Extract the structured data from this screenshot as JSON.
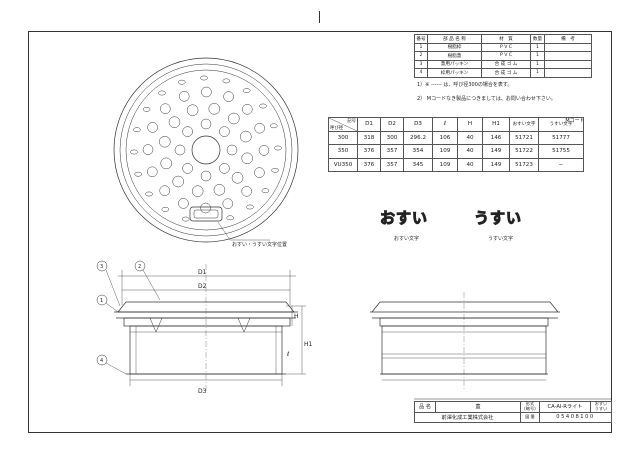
{
  "parts_table": {
    "headers": [
      "番号",
      "部 品 名 称",
      "材　質",
      "数量",
      "備　考"
    ],
    "rows": [
      [
        "1",
        "樹脂枠",
        "P V C",
        "1",
        ""
      ],
      [
        "2",
        "樹脂蓋",
        "P V C",
        "1",
        ""
      ],
      [
        "3",
        "蓋用パッキン",
        "合 成 ゴ ム",
        "1",
        ""
      ],
      [
        "4",
        "枠用パッキン",
        "合 成 ゴ ム",
        "1",
        ""
      ]
    ]
  },
  "notes": [
    "1）※ ------ は、呼び径300の場合を表す。",
    "2） Mコードなき製品につきましては、お問い合わせ下さい。"
  ],
  "dims_table": {
    "corner_top": "記号",
    "corner_bottom": "呼び径",
    "headers": [
      "D1",
      "D2",
      "D3",
      "ℓ",
      "H",
      "H1"
    ],
    "mcode_header": "Mコード",
    "mcode_sub": [
      "おすい文字",
      "うすい文字"
    ],
    "rows": [
      [
        "300",
        "318",
        "300",
        "296.2",
        "106",
        "40",
        "146",
        "51721",
        "51777"
      ],
      [
        "350",
        "376",
        "357",
        "354",
        "109",
        "40",
        "149",
        "51722",
        "51755"
      ],
      [
        "VU350",
        "376",
        "357",
        "345",
        "109",
        "40",
        "149",
        "51723",
        "−"
      ]
    ]
  },
  "labels": {
    "osui_big": "おすい",
    "usui_big": "うすい",
    "osui_caption": "おすい文字",
    "usui_caption": "うすい文字",
    "plan_caption": "おすい・うすい文字位置",
    "dim_D1": "D1",
    "dim_D2": "D2",
    "dim_D3": "D3",
    "dim_H": "H",
    "dim_H1": "H1",
    "dim_l": "ℓ",
    "balloons": [
      "1",
      "2",
      "3",
      "4"
    ]
  },
  "title_block": {
    "name_label": "品 名",
    "name_value": "蓋",
    "model_label": "形式\n(略号)",
    "model_value": "CA-AI-Rライト",
    "model_variants": [
      "おすい",
      "うすい"
    ],
    "company": "前澤化成工業株式会社",
    "number_label": "図 番",
    "number_value": "05408100"
  }
}
